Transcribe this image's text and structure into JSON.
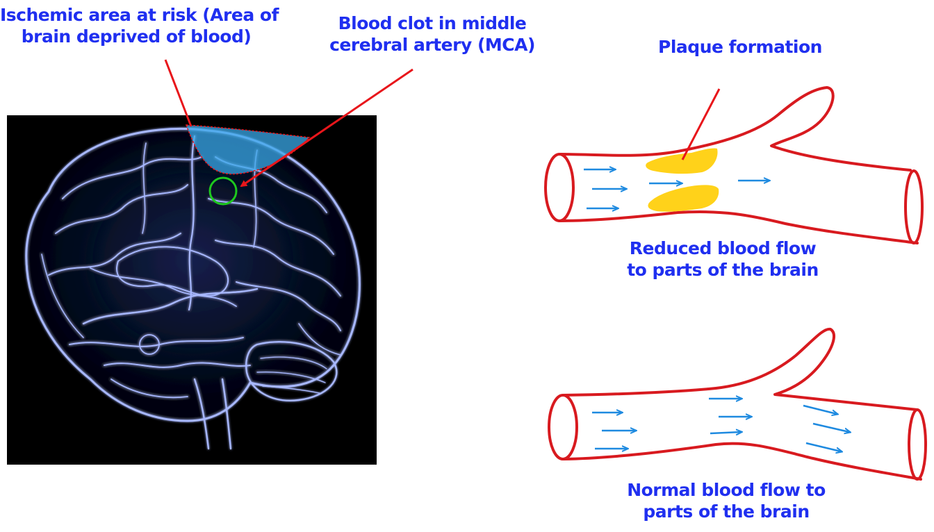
{
  "labels": {
    "ischemic_area": {
      "line1": "Ischemic area at risk (Area of",
      "line2": "brain deprived of blood)"
    },
    "blood_clot": {
      "line1": "Blood clot in middle",
      "line2": "cerebral artery (MCA)"
    },
    "plaque": {
      "line1": "Plaque formation"
    },
    "reduced_flow": {
      "line1": "Reduced blood flow",
      "line2": "to parts of the brain"
    },
    "normal_flow": {
      "line1": "Normal blood flow to",
      "line2": "parts of the brain"
    }
  },
  "colors": {
    "label_text": "#1f2ff0",
    "pointer": "#e8161b",
    "vessel_outline": "#d81a1f",
    "flow_arrow": "#1e8ae0",
    "plaque": "#ffd21a",
    "clot_circle": "#1ec81e",
    "ischemic_area": "#3aa8e8",
    "brain_panel": "#000000",
    "brain_lines": "#a8b8ff"
  }
}
